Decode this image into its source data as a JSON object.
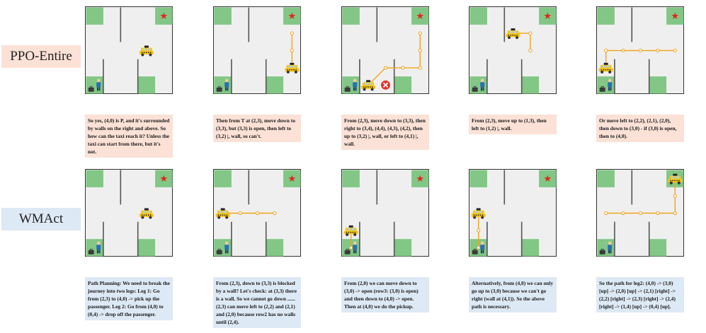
{
  "rows": [
    {
      "label": "PPO-Entire",
      "panels": [
        {
          "taxi": [
            2,
            3
          ],
          "path": [],
          "x_mark": null,
          "caption": "So yes, (4,0) is P, and it's surrounded by walls on the right and above. So how can the taxi reach it? Unless the taxi can start from there, but it's not."
        },
        {
          "taxi": [
            3,
            4
          ],
          "path": [
            [
              1,
              4
            ],
            [
              2,
              4
            ],
            [
              3,
              4
            ]
          ],
          "x_mark": null,
          "caption": "Then from T at (2,3), move down to (3,3), but (3,3) is open, then left to (3,2) |, wall, so can't."
        },
        {
          "taxi": [
            4,
            1
          ],
          "path": [
            [
              4,
              1
            ],
            [
              3,
              2
            ],
            [
              3,
              3
            ],
            [
              3,
              4
            ],
            [
              2,
              4
            ],
            [
              1,
              4
            ]
          ],
          "x_mark": [
            4,
            2
          ],
          "caption": "From (2,3), move down to (3,3), then right to (3,4), (4,4), (4,3), (4,2), then up to (3,2) |, wall, or left to (4,1) |, wall."
        },
        {
          "taxi": [
            1,
            2
          ],
          "path": [
            [
              1,
              2
            ],
            [
              1,
              3
            ],
            [
              2,
              3
            ]
          ],
          "x_mark": null,
          "caption": "From (2,3), move up to (1,3), then left to (1,2) |, wall."
        },
        {
          "taxi": [
            3,
            0
          ],
          "path": [
            [
              3,
              0
            ],
            [
              2,
              0
            ],
            [
              2,
              1
            ],
            [
              2,
              2
            ],
            [
              2,
              3
            ],
            [
              2,
              4
            ]
          ],
          "x_mark": null,
          "caption": "Or move left to (2,2), (2,1), (2,0), then down to (3,0) - if (3,0) is open, then to (4,0)."
        }
      ]
    },
    {
      "label": "WMAct",
      "panels": [
        {
          "taxi": [
            2,
            3
          ],
          "path": [],
          "x_mark": null,
          "caption": "Path Planning: We need to break the journey into two legs: Leg 1: Go from (2,3) to (4,0) -> pick up the passenger. Leg 2: Go from (4,0) to (0,4) -> drop off the passenger."
        },
        {
          "taxi": [
            2,
            0
          ],
          "path": [
            [
              2,
              0
            ],
            [
              2,
              1
            ],
            [
              2,
              2
            ],
            [
              2,
              3
            ]
          ],
          "x_mark": null,
          "caption": "From (2,3), down to (3,3) is blocked by a wall? Let's check: at (3,3) there is a wall. So we cannot go down ...... (2,3) can move left to (2,2) and (2,1) and (2,0) because row2 has no walls until (2,4)."
        },
        {
          "taxi": [
            3,
            0
          ],
          "path": [
            [
              3,
              0
            ],
            [
              4,
              0
            ]
          ],
          "x_mark": null,
          "caption": "From (2,0) we can move down to (3,0) -> open (row3: (3,0) is open) and then down to (4,0) -> open. Then at (4,0) we do the pickup."
        },
        {
          "taxi": [
            2,
            0
          ],
          "path": [
            [
              2,
              0
            ],
            [
              3,
              0
            ],
            [
              4,
              0
            ]
          ],
          "x_mark": null,
          "caption": "Alternatively, from (4,0) we can only go up to (3,0) because we can't go right (wall at (4,1)). So the above path is necessary."
        },
        {
          "taxi": [
            0,
            4
          ],
          "path": [
            [
              0,
              4
            ],
            [
              1,
              4
            ],
            [
              2,
              4
            ],
            [
              2,
              3
            ],
            [
              2,
              2
            ],
            [
              2,
              1
            ],
            [
              2,
              0
            ]
          ],
          "x_mark": null,
          "caption": "So the path for leg2: (4,0) -> (3,0) [up] -> (2,0) [up] -> (2,1) [right] -> (2,2) [right] -> (2,3) [right] -> (2,4) [right] -> (1,4) [up] -> (0,4) [up]."
        }
      ]
    }
  ],
  "colors": {
    "ppo_bg": "#fbe1d6",
    "wm_bg": "#dde9f5",
    "grid_bg": "#efefef",
    "cell_green": "#82c785",
    "path": "#f2a41f",
    "wall": "#555555",
    "star": "#e0281f",
    "x_mark": "#e5332a",
    "taxi": "#f5c518",
    "passenger": "#2a6fb5"
  },
  "icons": {
    "destination": "star-icon",
    "taxi": "taxi-icon",
    "passenger": "passenger-icon",
    "luggage": "luggage-icon",
    "blocked": "x-mark-icon"
  }
}
